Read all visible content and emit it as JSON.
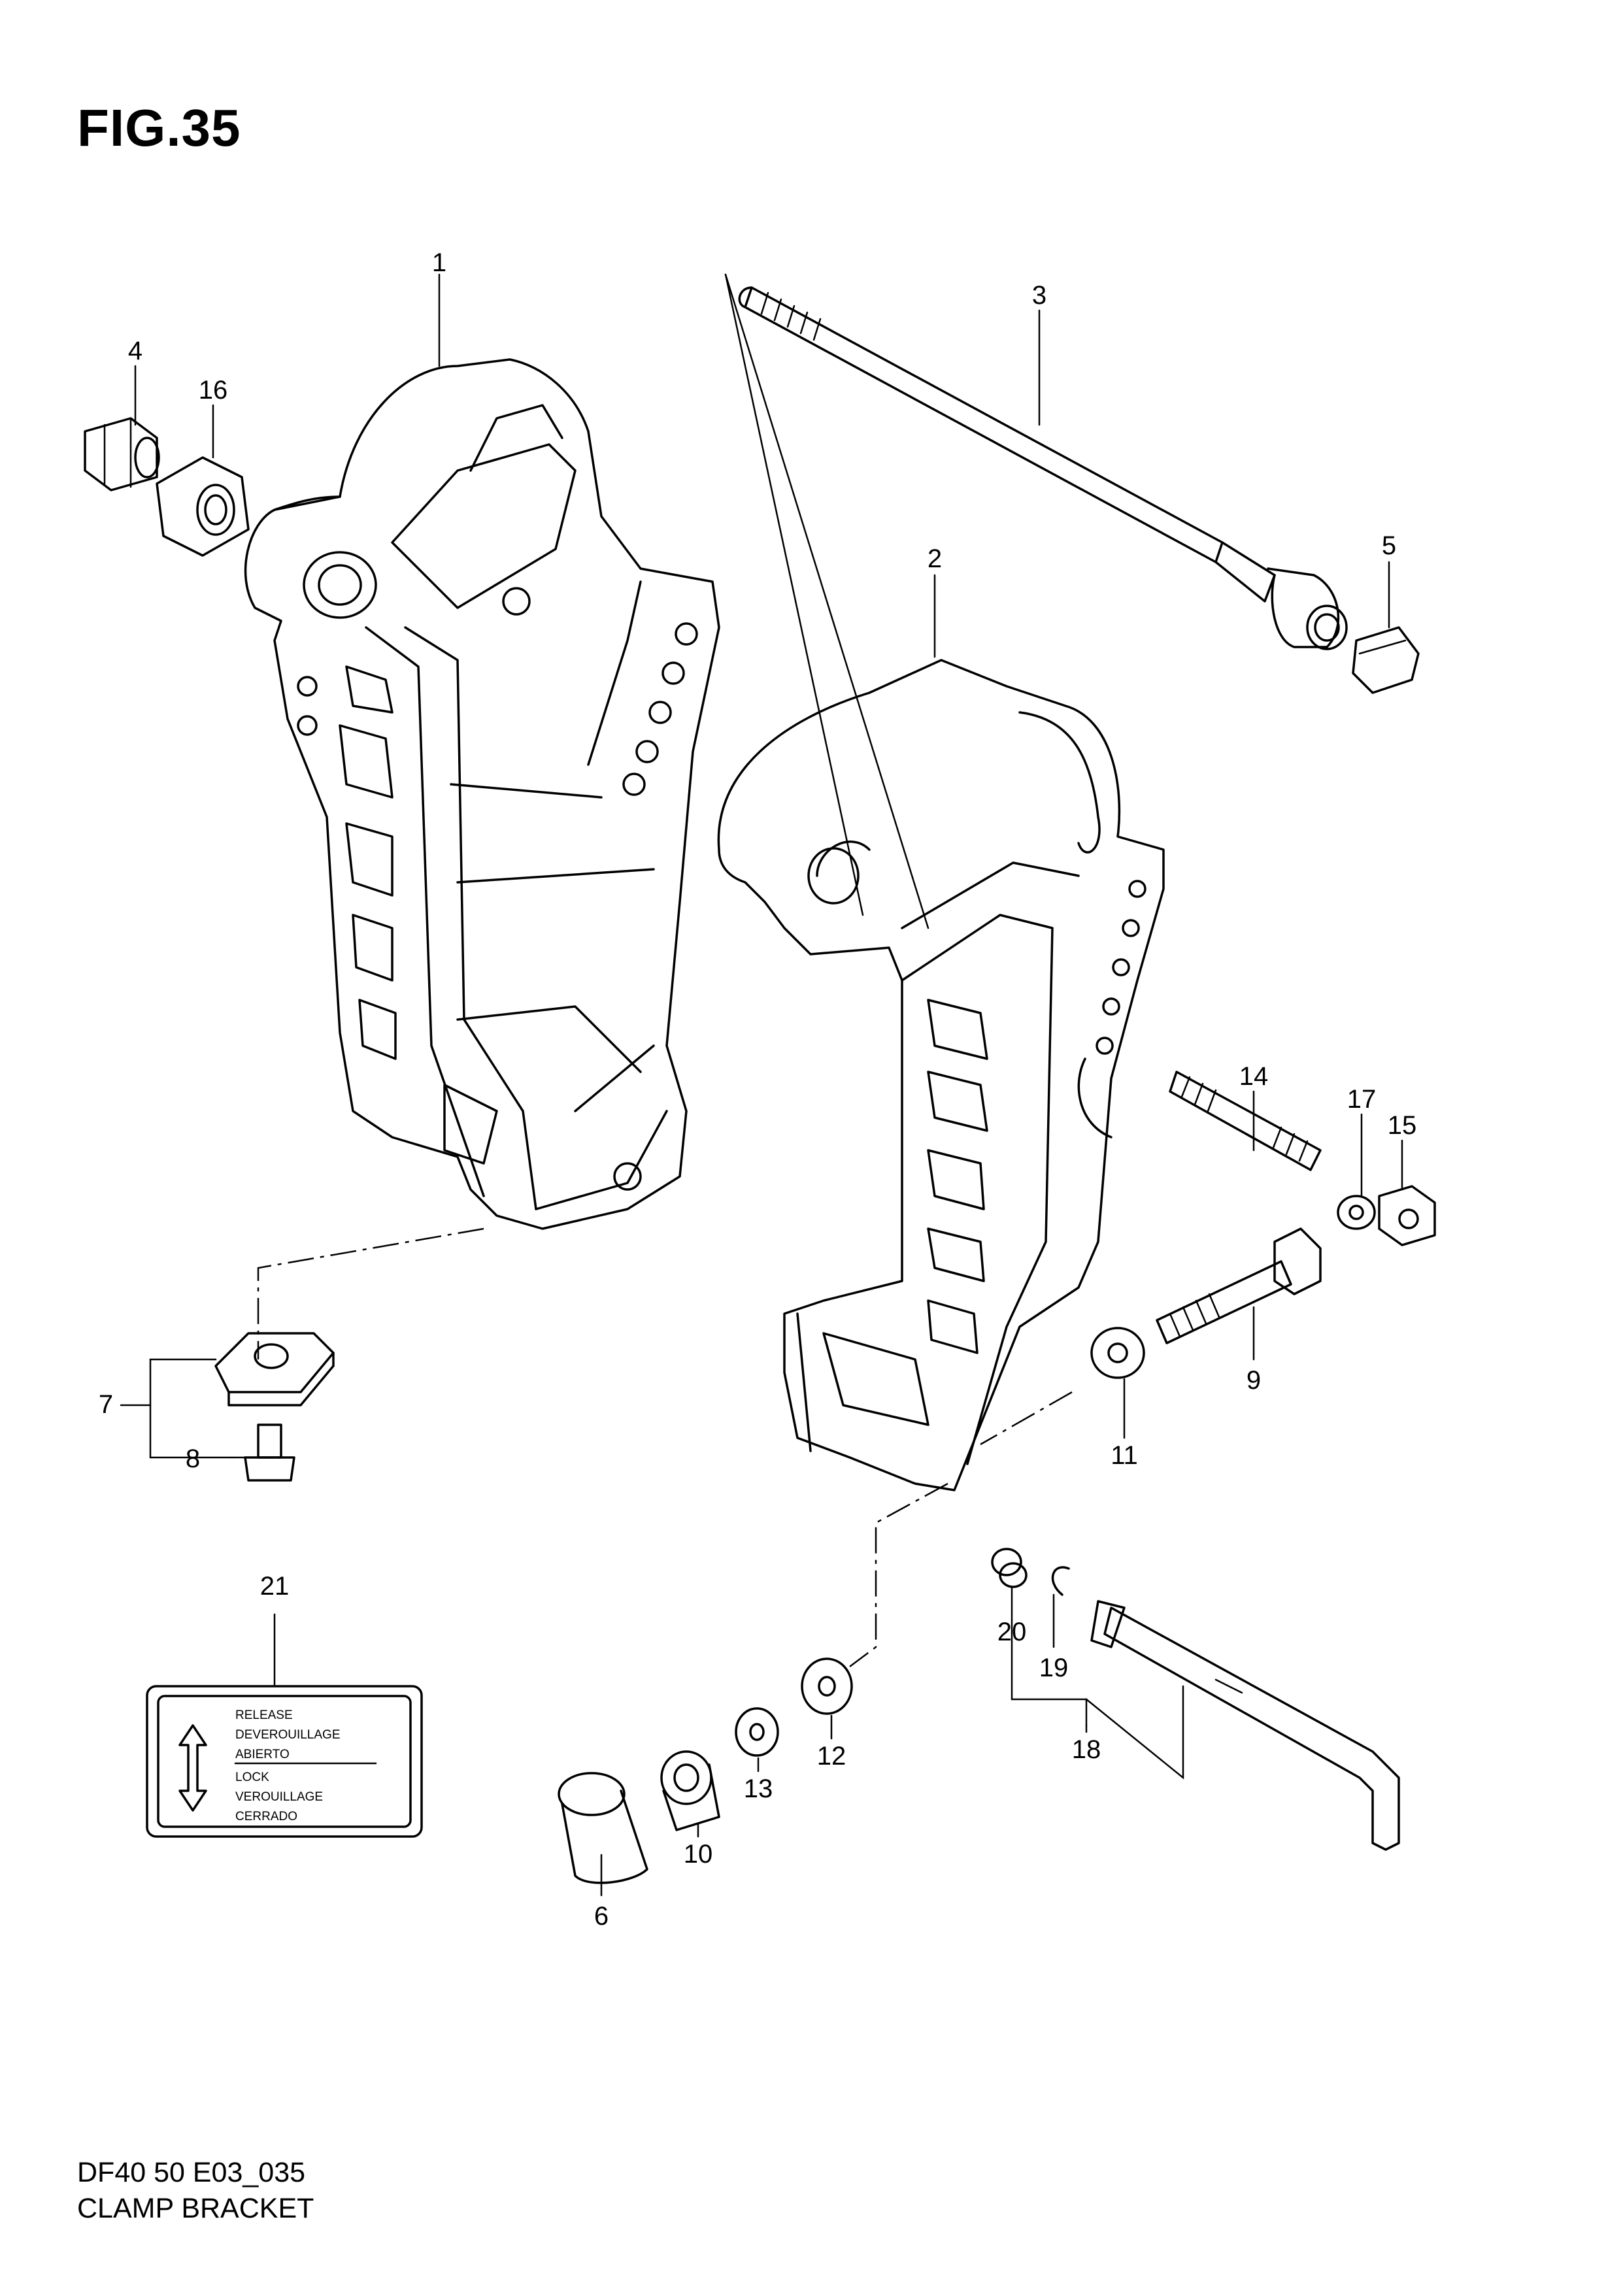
{
  "figure": {
    "title": "FIG.35",
    "model": "DF40 50 E03_035",
    "name": "CLAMP BRACKET"
  },
  "callouts": [
    "1",
    "2",
    "3",
    "4",
    "5",
    "6",
    "7",
    "8",
    "9",
    "10",
    "11",
    "12",
    "13",
    "14",
    "15",
    "16",
    "17",
    "18",
    "19",
    "20",
    "21"
  ],
  "decal": {
    "line1": "RELEASE",
    "line2": "DEVEROUILLAGE",
    "line3": "ABIERTO",
    "line4": "LOCK",
    "line5": "VEROUILLAGE",
    "line6": "CERRADO",
    "arrow_icon": "double-arrow-vertical-icon"
  }
}
